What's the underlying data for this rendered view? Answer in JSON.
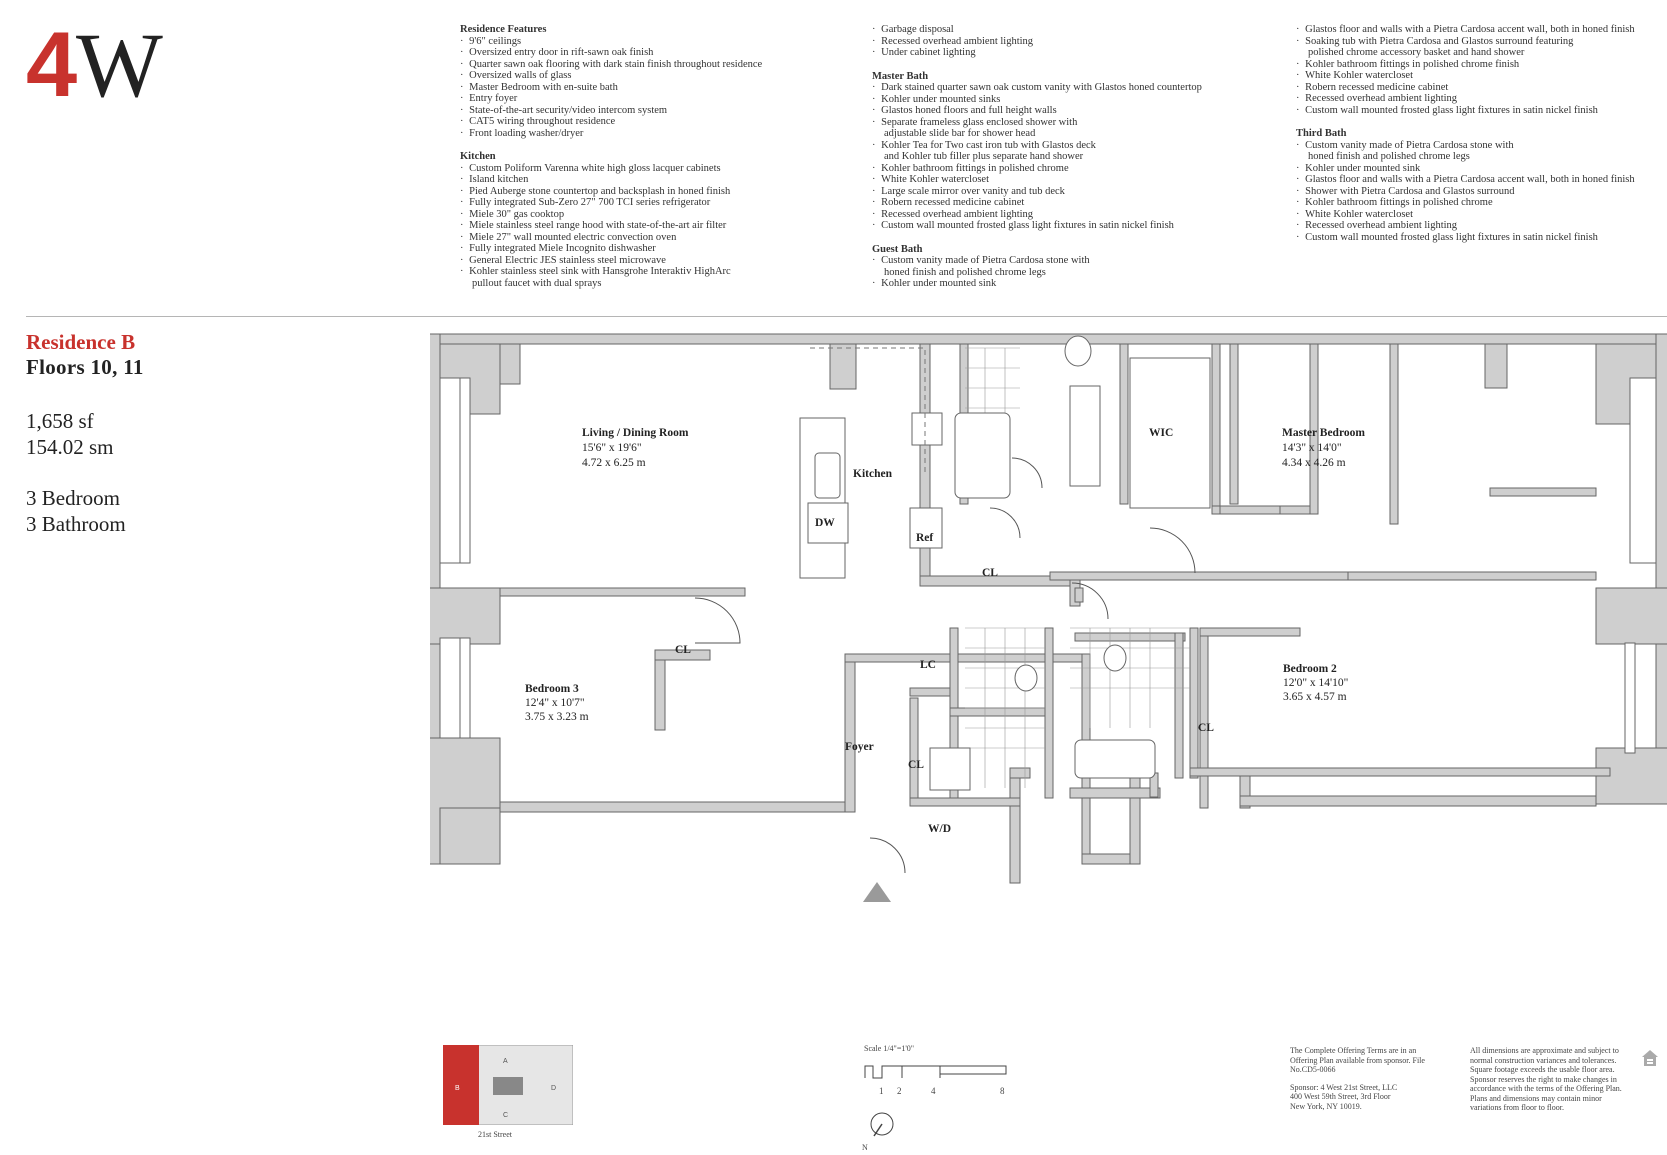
{
  "brand": {
    "logo_digit": "4",
    "logo_letter": "W",
    "digit_color": "#c8322d",
    "letter_color": "#222222"
  },
  "features": {
    "col1": [
      {
        "heading": "Residence Features",
        "items": [
          "9'6\" ceilings",
          "Oversized entry door in rift-sawn oak finish",
          "Quarter sawn oak flooring with dark stain finish throughout residence",
          "Oversized walls of glass",
          "Master Bedroom with en-suite bath",
          "Entry foyer",
          "State-of-the-art security/video intercom system",
          "CAT5 wiring throughout residence",
          "Front loading washer/dryer"
        ]
      },
      {
        "heading": "Kitchen",
        "items": [
          "Custom Poliform Varenna white high gloss lacquer cabinets",
          "Island kitchen",
          "Pied Auberge stone countertop and backsplash in honed finish",
          "Fully integrated Sub-Zero 27\" 700 TCI series refrigerator",
          "Miele 30\" gas cooktop",
          "Miele stainless steel range hood with state-of-the-art air filter",
          "Miele 27\" wall mounted electric convection oven",
          "Fully integrated Miele Incognito dishwasher",
          "General Electric JES stainless steel microwave",
          "Kohler stainless steel sink with Hansgrohe Interaktiv HighArc"
        ],
        "tail": "pullout faucet with dual sprays"
      }
    ],
    "col2_top": [
      "Garbage disposal",
      "Recessed overhead ambient lighting",
      "Under cabinet lighting"
    ],
    "master_bath": {
      "heading": "Master Bath",
      "items": [
        "Dark stained quarter sawn oak custom vanity with Glastos honed countertop",
        "Kohler under mounted sinks",
        "Glastos honed floors and full height walls",
        "Separate frameless glass enclosed shower with",
        "Kohler Tea for Two cast iron tub with Glastos deck",
        "Kohler bathroom fittings in polished chrome",
        "White Kohler watercloset",
        "Large scale mirror over vanity and tub deck",
        "Robern recessed medicine cabinet",
        "Recessed overhead ambient lighting",
        "Custom wall mounted frosted glass light fixtures in satin nickel finish"
      ],
      "cont_a": "adjustable slide bar for shower head",
      "cont_b": "and Kohler tub filler plus separate hand shower"
    },
    "guest_bath": {
      "heading": "Guest Bath",
      "items": [
        "Custom vanity made of Pietra Cardosa stone with",
        "Kohler under mounted sink"
      ],
      "cont": "honed finish and polished chrome legs"
    },
    "col3_top": [
      "Glastos floor and walls with a Pietra Cardosa accent wall, both in honed finish",
      "Soaking tub with Pietra Cardosa and Glastos surround featuring",
      "Kohler bathroom fittings in polished chrome finish",
      "White Kohler watercloset",
      "Robern recessed medicine cabinet",
      "Recessed overhead ambient lighting",
      "Custom wall mounted frosted glass light fixtures in satin nickel finish"
    ],
    "col3_cont": "polished chrome accessory basket and hand shower",
    "third_bath": {
      "heading": "Third Bath",
      "items": [
        "Custom vanity made of Pietra Cardosa stone with",
        "Kohler under mounted sink",
        "Glastos floor and walls with a Pietra Cardosa accent wall, both in honed finish",
        "Shower with Pietra Cardosa and Glastos surround",
        "Kohler bathroom fittings in polished chrome",
        "White Kohler watercloset",
        "Recessed overhead ambient lighting",
        "Custom wall mounted frosted glass light fixtures in satin nickel finish"
      ],
      "cont": "honed finish and polished chrome legs"
    }
  },
  "residence": {
    "title": "Residence B",
    "floors": "Floors 10, 11",
    "area_sf": "1,658 sf",
    "area_sm": "154.02 sm",
    "bedrooms": "3 Bedroom",
    "bathrooms": "3 Bathroom"
  },
  "rooms": {
    "living": {
      "name": "Living / Dining Room",
      "imperial": "15'6\" x 19'6\"",
      "metric": "4.72 x 6.25 m"
    },
    "kitchen": "Kitchen",
    "dw": "DW",
    "ref": "Ref",
    "wic": "WIC",
    "master": {
      "name": "Master Bedroom",
      "imperial": "14'3\" x 14'0\"",
      "metric": "4.34 x 4.26 m"
    },
    "bedroom3": {
      "name": "Bedroom 3",
      "imperial": "12'4\" x 10'7\"",
      "metric": "3.75 x 3.23 m"
    },
    "bedroom2": {
      "name": "Bedroom 2",
      "imperial": "12'0\" x 14'10\"",
      "metric": "3.65 x 4.57 m"
    },
    "cl": "CL",
    "lc": "LC",
    "foyer": "Foyer",
    "wd": "W/D"
  },
  "scale": {
    "label": "Scale 1/4\"=1'0\"",
    "ticks": [
      "1",
      "2",
      "4",
      "8"
    ]
  },
  "compass": {
    "north": "N"
  },
  "keyplan": {
    "street": "21st Street",
    "units": [
      "A",
      "B",
      "C",
      "D"
    ],
    "highlight_color": "#c8322d"
  },
  "legal": {
    "offering": "The Complete Offering Terms are in an Offering Plan available from sponsor. File No.CD5-0066",
    "sponsor_1": "Sponsor: 4 West 21st Street, LLC",
    "sponsor_2": "400 West 59th Street, 3rd Floor",
    "sponsor_3": "New York, NY 10019.",
    "dimensions": "All dimensions are approximate and subject to normal construction variances and tolerances. Square footage exceeds the usable floor area. Sponsor reserves the right to make changes in accordance with the terms of the Offering Plan. Plans and dimensions may contain minor variations from floor to floor."
  }
}
